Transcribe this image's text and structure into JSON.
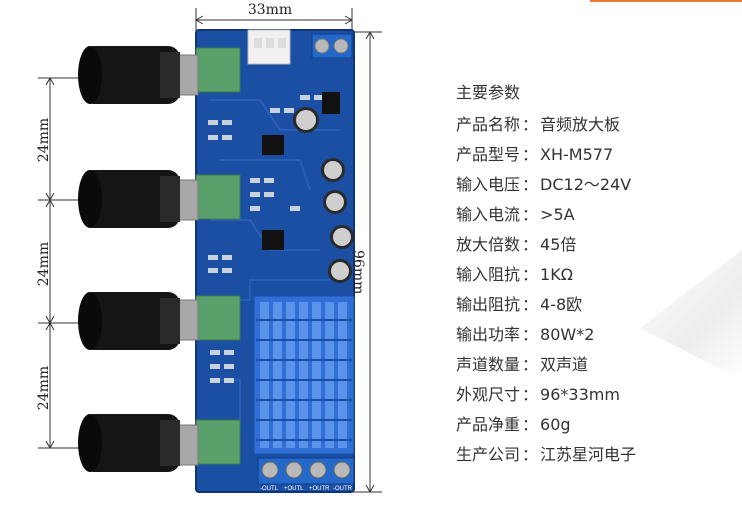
{
  "dimensions": {
    "width_label": "33mm",
    "height_label": "96mm",
    "knob_spacing_labels": [
      "24mm",
      "24mm",
      "24mm"
    ]
  },
  "board": {
    "output_labels": [
      "-OUTL",
      "+OUTL",
      "+OUTR",
      "-OUTR"
    ]
  },
  "specs": {
    "title": "主要参数",
    "rows": [
      {
        "label": "产品名称",
        "value": "音频放大板"
      },
      {
        "label": "产品型号",
        "value": "XH-M577"
      },
      {
        "label": "输入电压",
        "value": "DC12～24V"
      },
      {
        "label": "输入电流",
        "value": ">5A"
      },
      {
        "label": "放大倍数",
        "value": "45倍"
      },
      {
        "label": "输入阻抗",
        "value": "1KΩ"
      },
      {
        "label": "输出阻抗",
        "value": "4-8欧"
      },
      {
        "label": "输出功率",
        "value": "80W*2"
      },
      {
        "label": "声道数量",
        "value": "双声道"
      },
      {
        "label": "外观尺寸",
        "value": "96*33mm"
      },
      {
        "label": "产品净重",
        "value": "60g"
      },
      {
        "label": "生产公司",
        "value": "江苏星河电子"
      }
    ]
  },
  "colors": {
    "pcb": "#1a4fa3",
    "heatsink": "#2f6fd6",
    "knob": "#151515",
    "pot": "#5aa06a",
    "terminal": "#2468c9"
  }
}
